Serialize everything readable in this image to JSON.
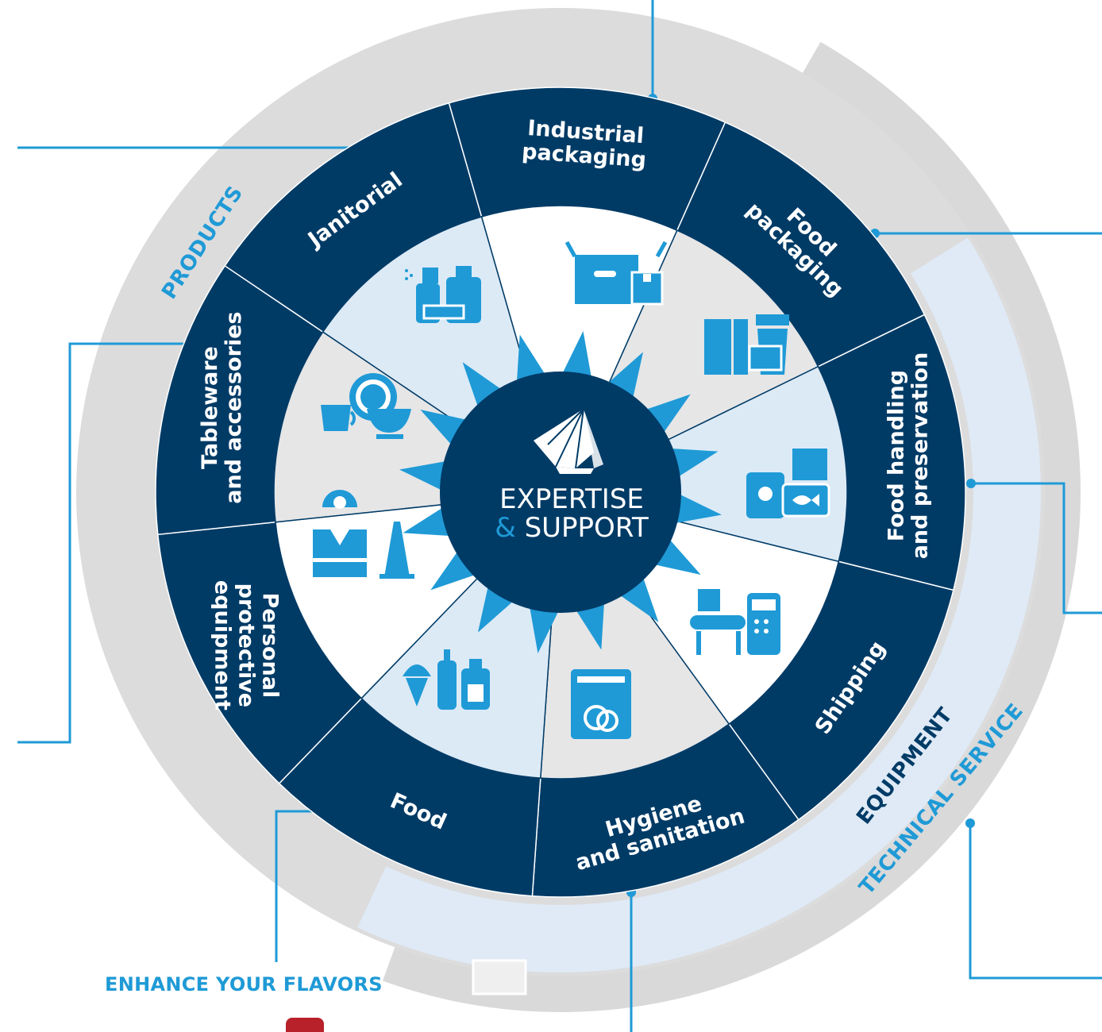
{
  "hub": {
    "line1": "EXPERTISE",
    "amp": "&",
    "line2": " SUPPORT",
    "logo_icon": "sail-logo-icon"
  },
  "ring_labels": {
    "products": "PRODUCTS",
    "equipment": "EQUIPMENT",
    "technical_service": "TECHNICAL SERVICE"
  },
  "segments": [
    {
      "id": "industrial-packaging",
      "lines": [
        "Industrial",
        "packaging"
      ],
      "icon": "box-icon"
    },
    {
      "id": "food-packaging",
      "lines": [
        "Food",
        "packaging"
      ],
      "icon": "food-container-icon"
    },
    {
      "id": "food-handling",
      "lines": [
        "Food handling",
        "and preservation"
      ],
      "icon": "canned-food-icon"
    },
    {
      "id": "shipping",
      "lines": [
        "Shipping"
      ],
      "icon": "conveyor-icon"
    },
    {
      "id": "hygiene",
      "lines": [
        "Hygiene",
        "and sanitation"
      ],
      "icon": "dishwasher-icon"
    },
    {
      "id": "food",
      "lines": [
        "Food"
      ],
      "icon": "sauce-bottles-icon"
    },
    {
      "id": "ppe",
      "lines": [
        "Personal",
        "protective",
        "equipment"
      ],
      "icon": "safety-vest-icon"
    },
    {
      "id": "tableware",
      "lines": [
        "Tableware",
        "and accessories"
      ],
      "icon": "dishes-icon"
    },
    {
      "id": "janitorial",
      "lines": [
        "Janitorial"
      ],
      "icon": "cleaning-products-icon"
    }
  ],
  "promo": {
    "title": "ENHANCE YOUR FLAVORS"
  },
  "colors": {
    "navy": "#003b66",
    "accent": "#1f9ad6",
    "outer_gray": "#dcdcdd",
    "light_blue": "#dfeaf6",
    "wedge_light_blue": "#dceaf6",
    "wedge_gray": "#e6e6e7",
    "wedge_white": "#ffffff"
  }
}
